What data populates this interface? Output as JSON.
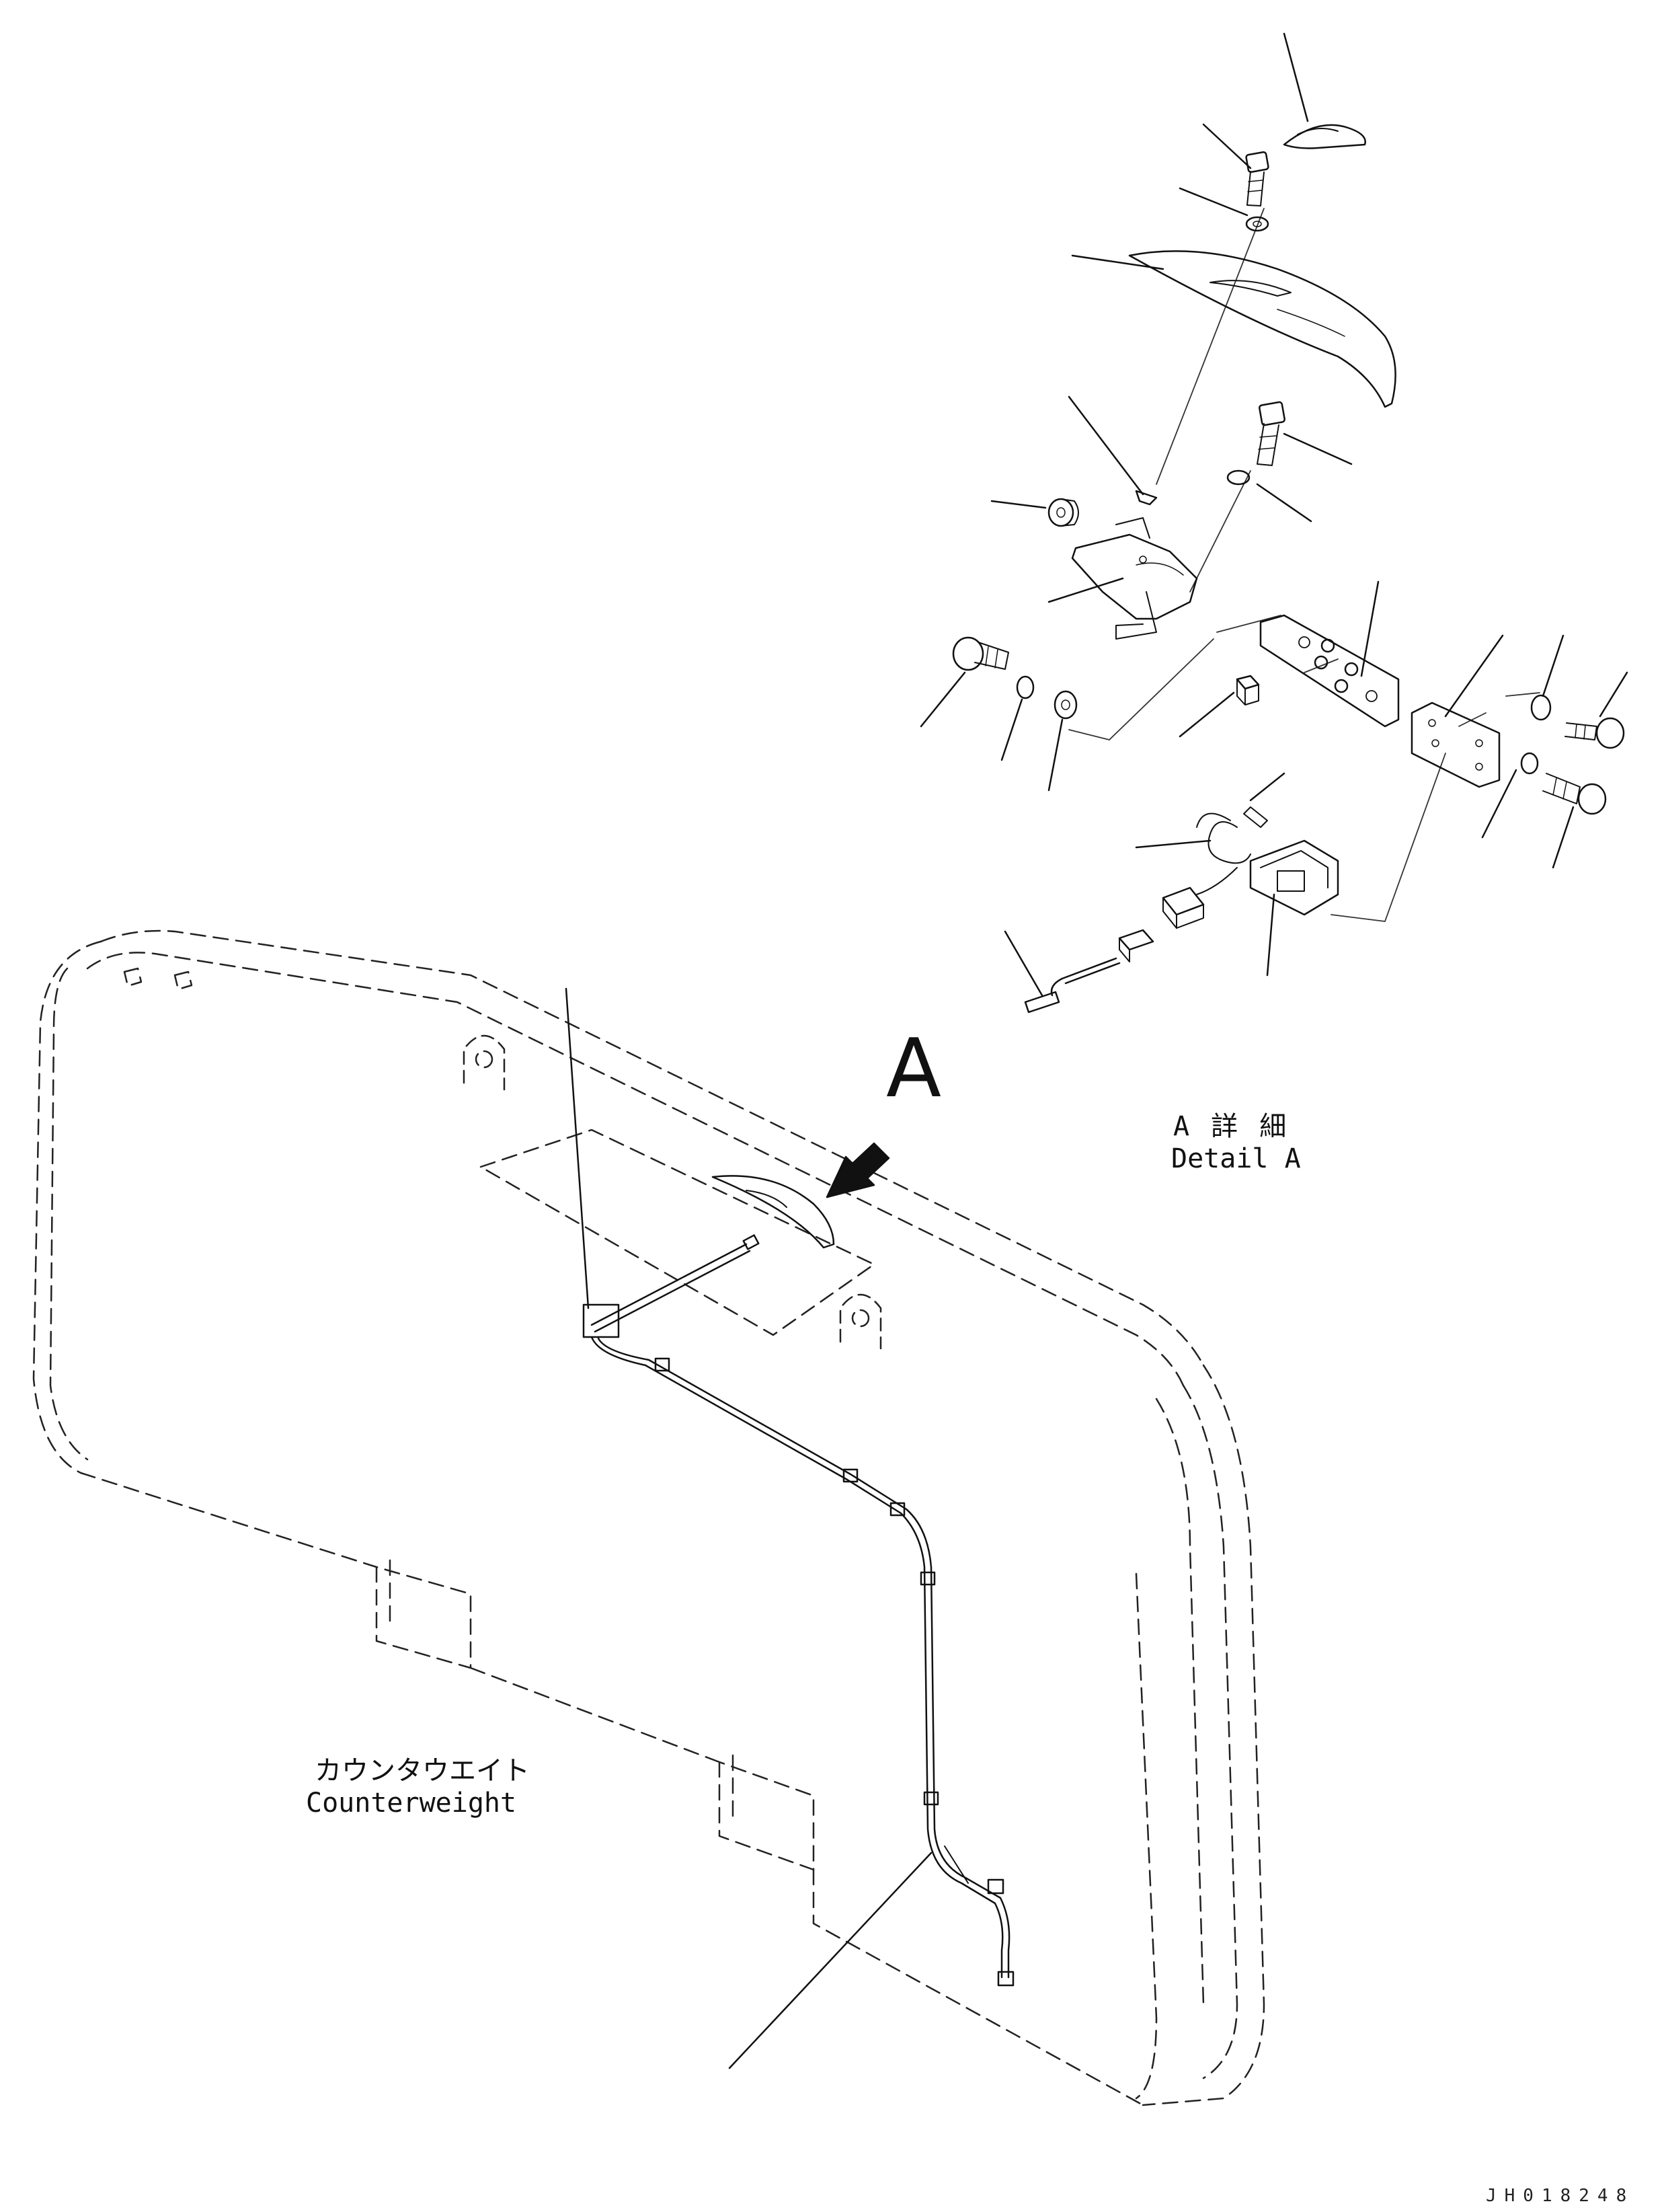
{
  "drawing": {
    "view_marker": "A",
    "detail_label_jp": "A 詳 細",
    "detail_label_en": "Detail A",
    "part_label_jp": "カウンタウエイト",
    "part_label_en": "Counterweight",
    "drawing_code": "JH018248"
  }
}
